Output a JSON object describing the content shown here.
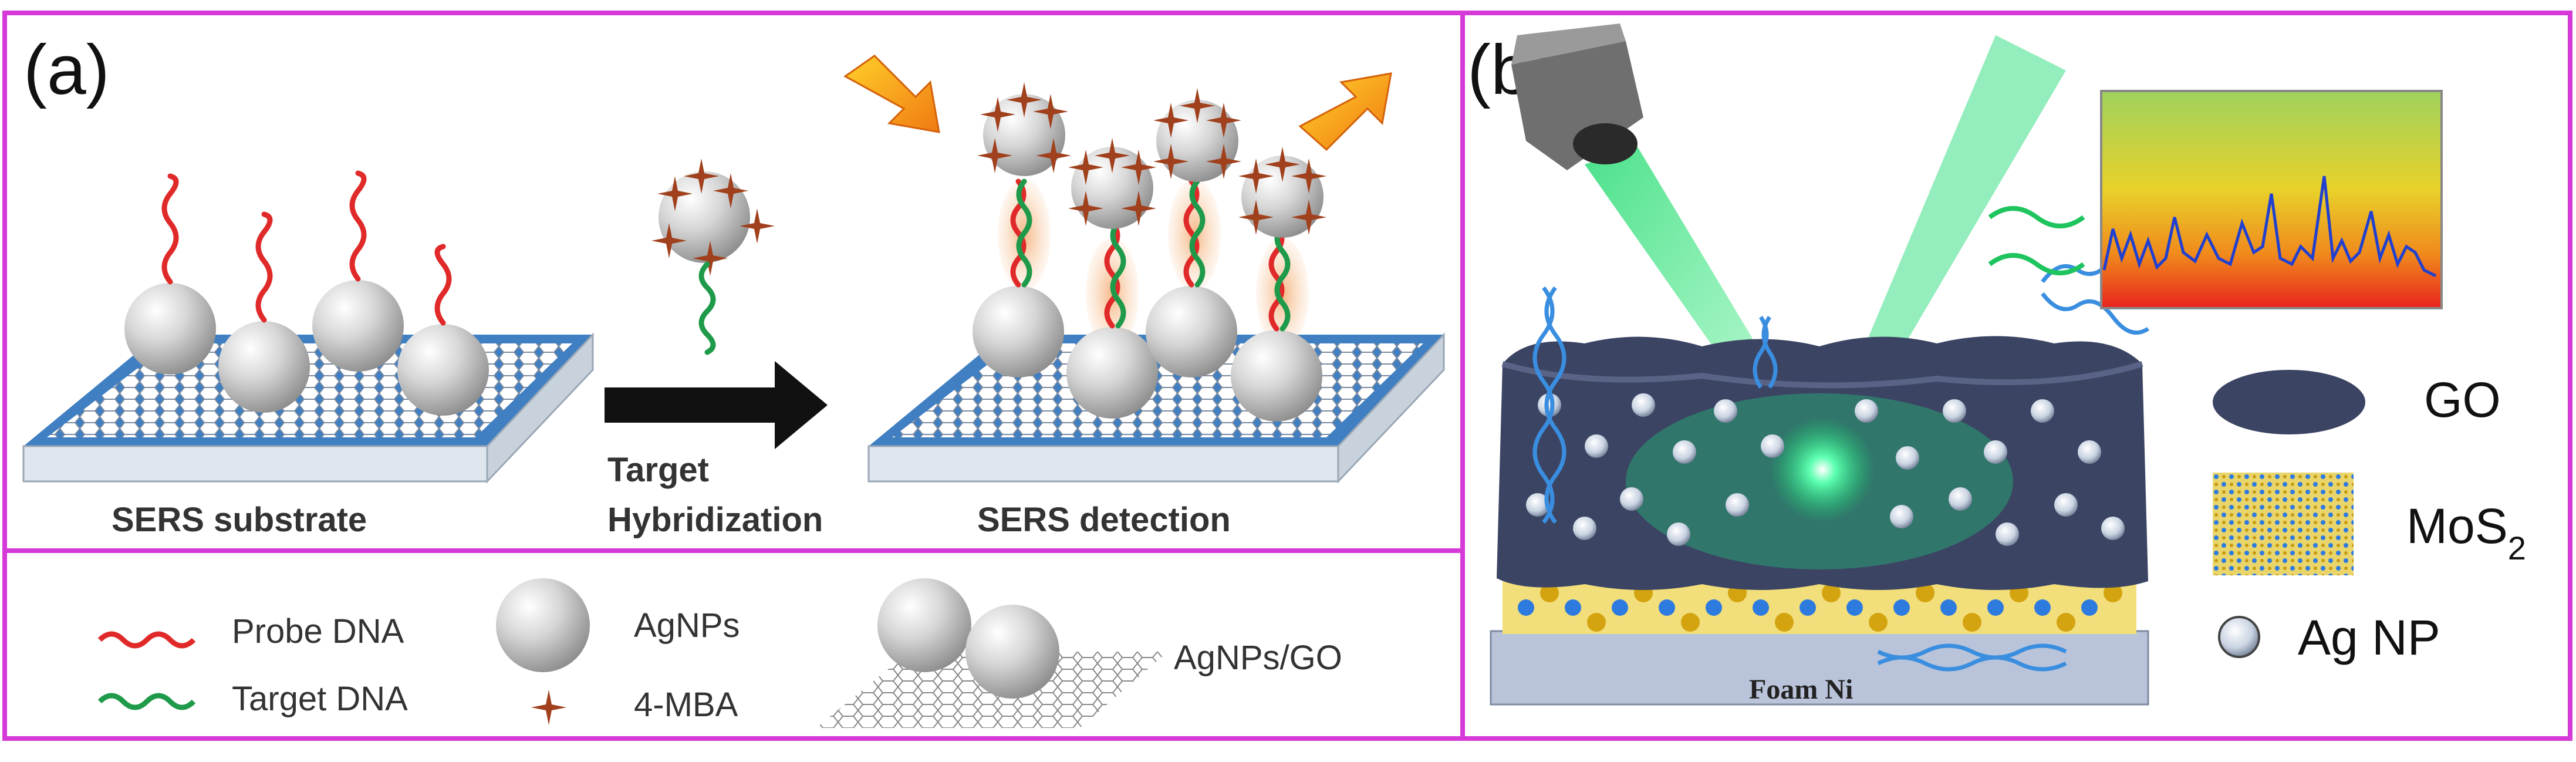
{
  "colors": {
    "frame": "#d53ad8",
    "substrate_top": "#3f7fc2",
    "substrate_side": "#dfe6ee",
    "probe_dna": "#e02a2a",
    "target_dna": "#1f9a4a",
    "mba": "#a0401c",
    "laser": "#18d46a",
    "go_dark": "#3b4463",
    "mos2_gold": "#d9b730",
    "mos2_blue": "#2e7be0",
    "spectrum_line": "#2040d0"
  },
  "panel_a": {
    "label": "(a)",
    "caption_substrate": "SERS substrate",
    "arrow_label_line1": "Target",
    "arrow_label_line2": "Hybridization",
    "caption_detection": "SERS detection",
    "legend": {
      "probe_dna": "Probe DNA",
      "target_dna": "Target DNA",
      "agnps": "AgNPs",
      "mba": "4-MBA",
      "agnps_go": "AgNPs/GO"
    }
  },
  "panel_b": {
    "label": "(b)",
    "foam_label": "Foam Ni",
    "legend": {
      "go": "GO",
      "mos2": "MoS",
      "mos2_sub": "2",
      "ag_np": "Ag NP"
    }
  }
}
